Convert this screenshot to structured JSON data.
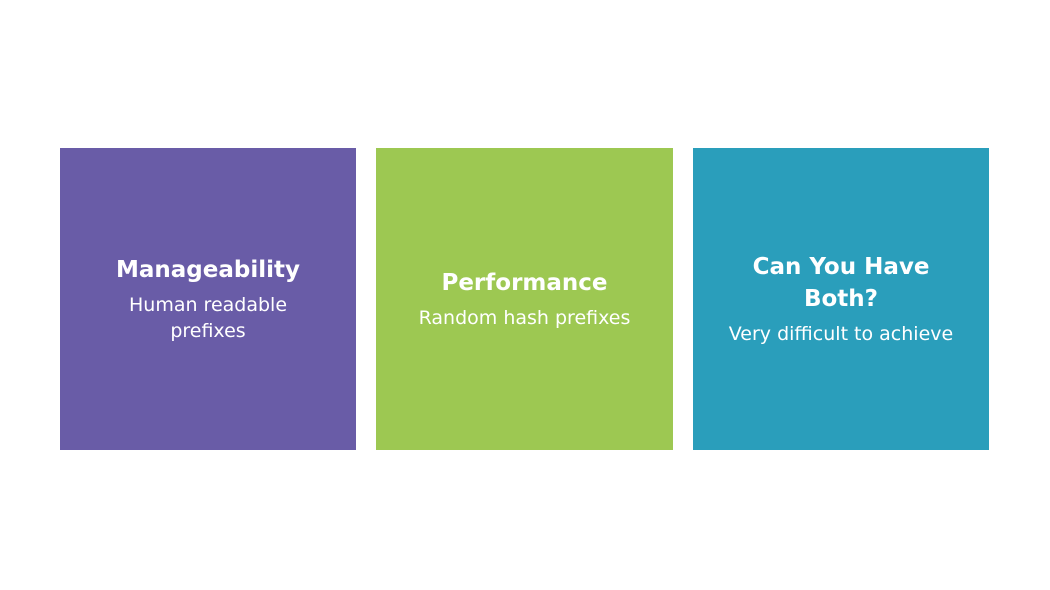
{
  "colors": {
    "manageability": "#695ca7",
    "performance": "#9dc852",
    "both": "#2a9ebb"
  },
  "cards": [
    {
      "title": "Manageability",
      "subtitle": "Human readable prefixes"
    },
    {
      "title": "Performance",
      "subtitle": "Random hash prefixes"
    },
    {
      "title": "Can You Have Both?",
      "subtitle": "Very difficult to achieve"
    }
  ]
}
